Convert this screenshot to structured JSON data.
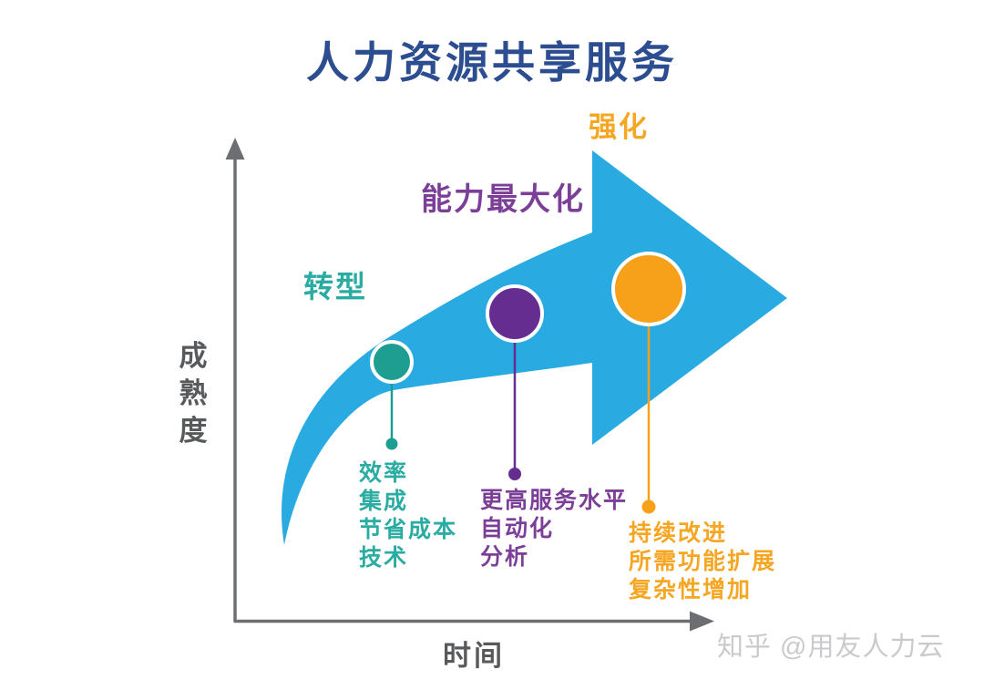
{
  "title": {
    "text": "人力资源共享服务",
    "color": "#2C4D8F"
  },
  "diagram": {
    "type": "maturity-growth-arrow",
    "arrow_color": "#29ABE2",
    "axes": {
      "x_label": "时间",
      "y_label": "成熟度",
      "line_color": "#6D6E71",
      "label_color": "#58595B"
    },
    "stages": [
      {
        "label": "转型",
        "text_color": "#2BACA2",
        "circle_color": "#1E9E90",
        "bullets": [
          "效率",
          "集成",
          "节省成本",
          "技术"
        ]
      },
      {
        "label": "能力最大化",
        "text_color": "#7C3F98",
        "circle_color": "#662D91",
        "bullets": [
          "更高服务水平",
          "自动化",
          "分析"
        ]
      },
      {
        "label": "强化",
        "text_color": "#F5A623",
        "circle_color": "#F7A11A",
        "bullets": [
          "持续改进",
          "所需功能扩展",
          "复杂性增加"
        ]
      }
    ]
  },
  "watermark": {
    "text": "知乎 @用友人力云",
    "color": "#C9CACC"
  }
}
